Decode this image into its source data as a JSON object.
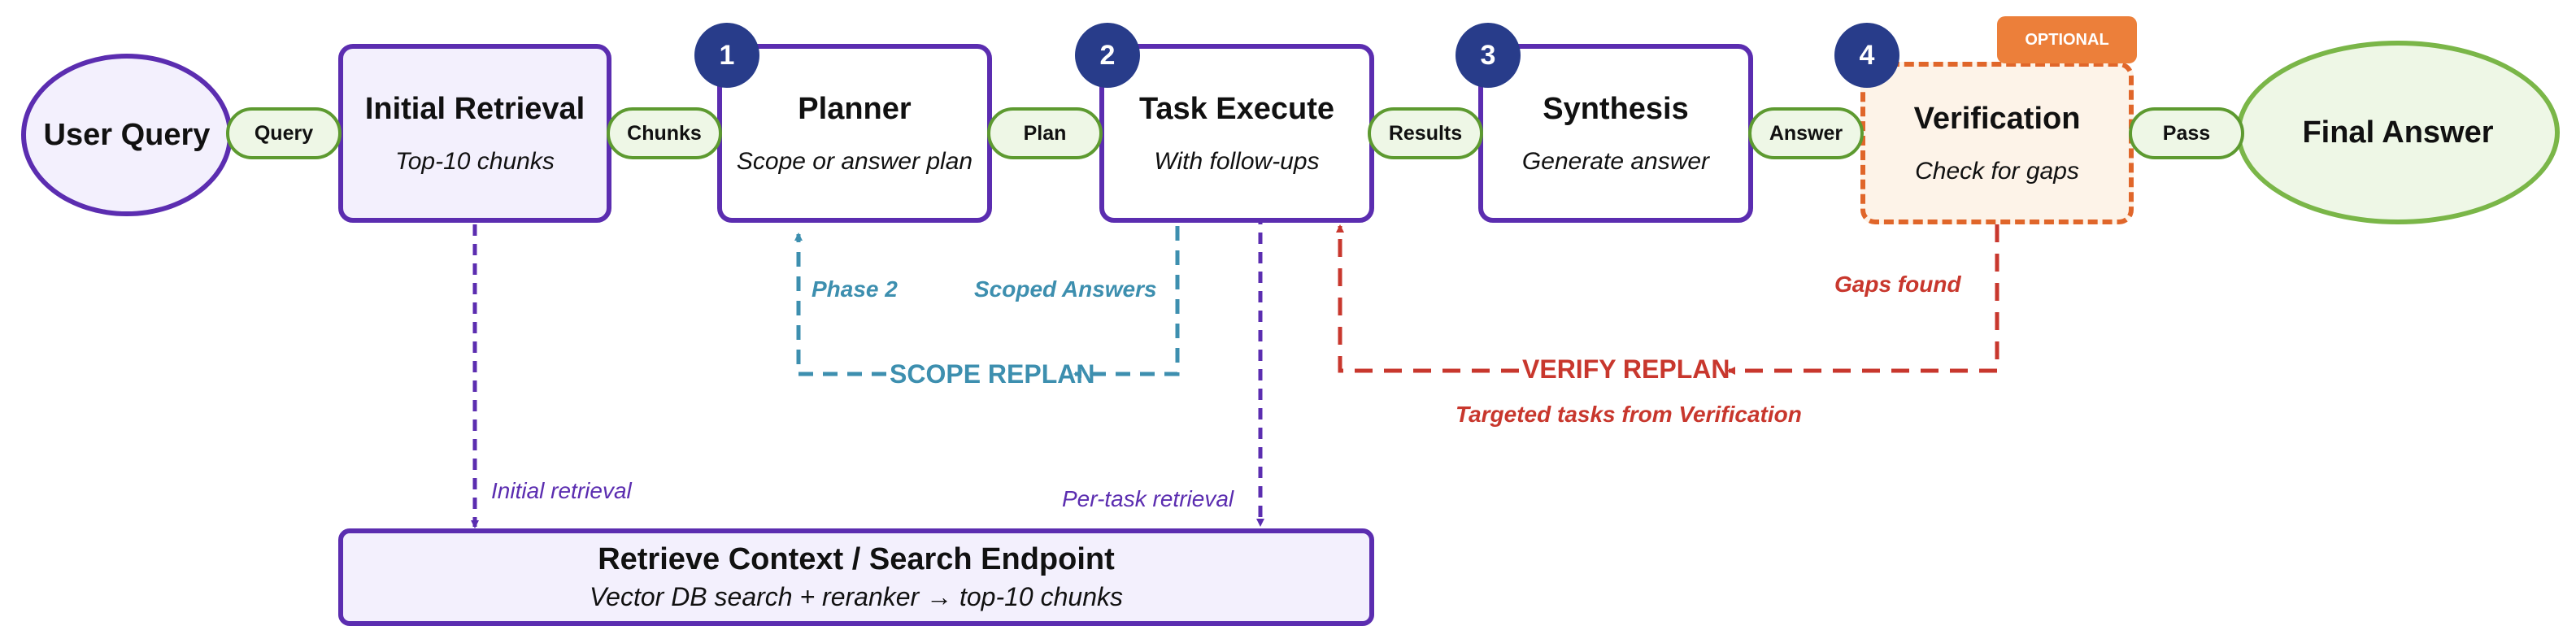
{
  "nodes": {
    "user_query": "User Query",
    "initial_retrieval": {
      "title": "Initial Retrieval",
      "subtitle": "Top-10 chunks"
    },
    "planner": {
      "title": "Planner",
      "subtitle": "Scope or answer plan",
      "step": "1"
    },
    "task_execute": {
      "title": "Task Execute",
      "subtitle": "With follow-ups",
      "step": "2"
    },
    "synthesis": {
      "title": "Synthesis",
      "subtitle": "Generate answer",
      "step": "3"
    },
    "verification": {
      "title": "Verification",
      "subtitle": "Check for gaps",
      "step": "4",
      "tag": "OPTIONAL"
    },
    "final_answer": "Final Answer",
    "retrieve_context": {
      "title": "Retrieve Context / Search Endpoint",
      "subtitle": "Vector DB search + reranker → top-10 chunks"
    }
  },
  "connectors": {
    "query": "Query",
    "chunks": "Chunks",
    "plan": "Plan",
    "results": "Results",
    "answer": "Answer",
    "pass": "Pass"
  },
  "loops": {
    "phase2": "Phase 2",
    "scoped_answers": "Scoped Answers",
    "scope_replan": "SCOPE REPLAN",
    "gaps_found": "Gaps found",
    "verify_replan": "VERIFY REPLAN",
    "targeted_tasks": "Targeted tasks from Verification",
    "initial_retrieval": "Initial retrieval",
    "per_task_retrieval": "Per-task retrieval"
  },
  "colors": {
    "node_border": "#5b2db0",
    "connector_border": "#5d9a30",
    "badge": "#283c8a",
    "scope_loop": "#3d8faf",
    "verify_loop": "#c8372d",
    "verification_border": "#e0662a",
    "optional_tag": "#ec7f3a",
    "final_border": "#7ab648"
  }
}
